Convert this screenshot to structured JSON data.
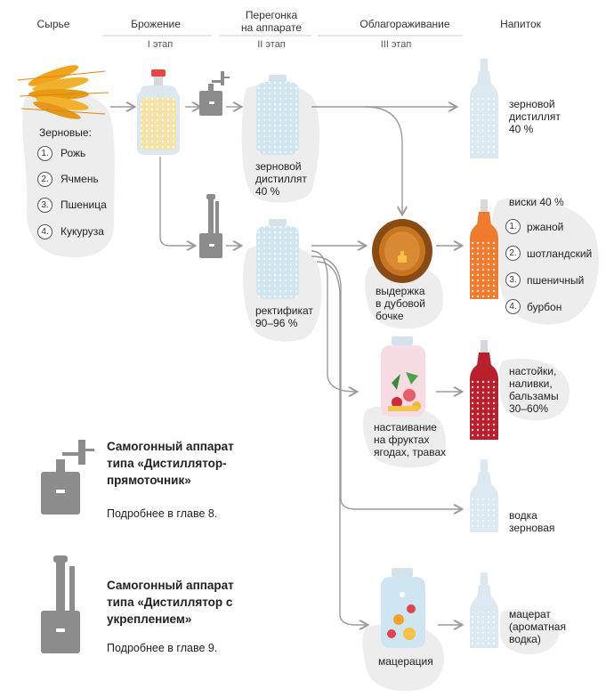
{
  "headers": {
    "raw": "Сырье",
    "ferment": "Брожение",
    "distill_1": "Перегонка",
    "distill_2": "на аппарате",
    "refine": "Облагораживание",
    "drink": "Напиток"
  },
  "stages": {
    "s1": "I этап",
    "s2": "II этап",
    "s3": "III этап"
  },
  "grains": {
    "title": "Зерновые:",
    "items": [
      {
        "n": "1.",
        "label": "Рожь"
      },
      {
        "n": "2.",
        "label": "Ячмень"
      },
      {
        "n": "3.",
        "label": "Пшеница"
      },
      {
        "n": "4.",
        "label": "Кукуруза"
      }
    ]
  },
  "distillate": {
    "l1": "зерновой",
    "l2": "дистиллят",
    "l3": "40 %"
  },
  "rectified": {
    "l1": "ректификат",
    "l2": "90–96 %"
  },
  "barrel": {
    "l1": "выдержка",
    "l2": "в дубовой",
    "l3": "бочке"
  },
  "infusion": {
    "l1": "настаивание",
    "l2": "на фруктах",
    "l3": "ягодах, травах"
  },
  "maceration": {
    "l1": "мацерация"
  },
  "drinks": {
    "grain_distillate": {
      "l1": "зерновой",
      "l2": "дистиллят",
      "l3": "40 %"
    },
    "whisky": {
      "title": "виски 40 %",
      "items": [
        {
          "n": "1.",
          "label": "ржаной"
        },
        {
          "n": "2.",
          "label": "шотландский"
        },
        {
          "n": "3.",
          "label": "пшеничный"
        },
        {
          "n": "4.",
          "label": "бурбон"
        }
      ]
    },
    "liqueurs": {
      "l1": "настойки,",
      "l2": "наливки,",
      "l3": "бальзамы",
      "l4": "30–60%"
    },
    "vodka": {
      "l1": "водка",
      "l2": "зерновая"
    },
    "macerate": {
      "l1": "мацерат",
      "l2": "(ароматная",
      "l3": "водка)"
    }
  },
  "legend": {
    "still1": {
      "l1": "Самогонный аппарат",
      "l2": "типа «Дистиллятор-",
      "l3": "прямоточник»",
      "note": "Подробнее в главе 8."
    },
    "still2": {
      "l1": "Самогонный аппарат",
      "l2": "типа «Дистиллятор с",
      "l3": "укреплением»",
      "note": "Подробнее в главе 9."
    }
  },
  "colors": {
    "arrow": "#9a9a9a",
    "apparatus": "#8c8c8c",
    "bottle_clear": "#cfe6f2",
    "bottle_orange": "#f07a2e",
    "bottle_red": "#b8202e",
    "barrel": "#b8661c",
    "blob": "#ededed"
  }
}
